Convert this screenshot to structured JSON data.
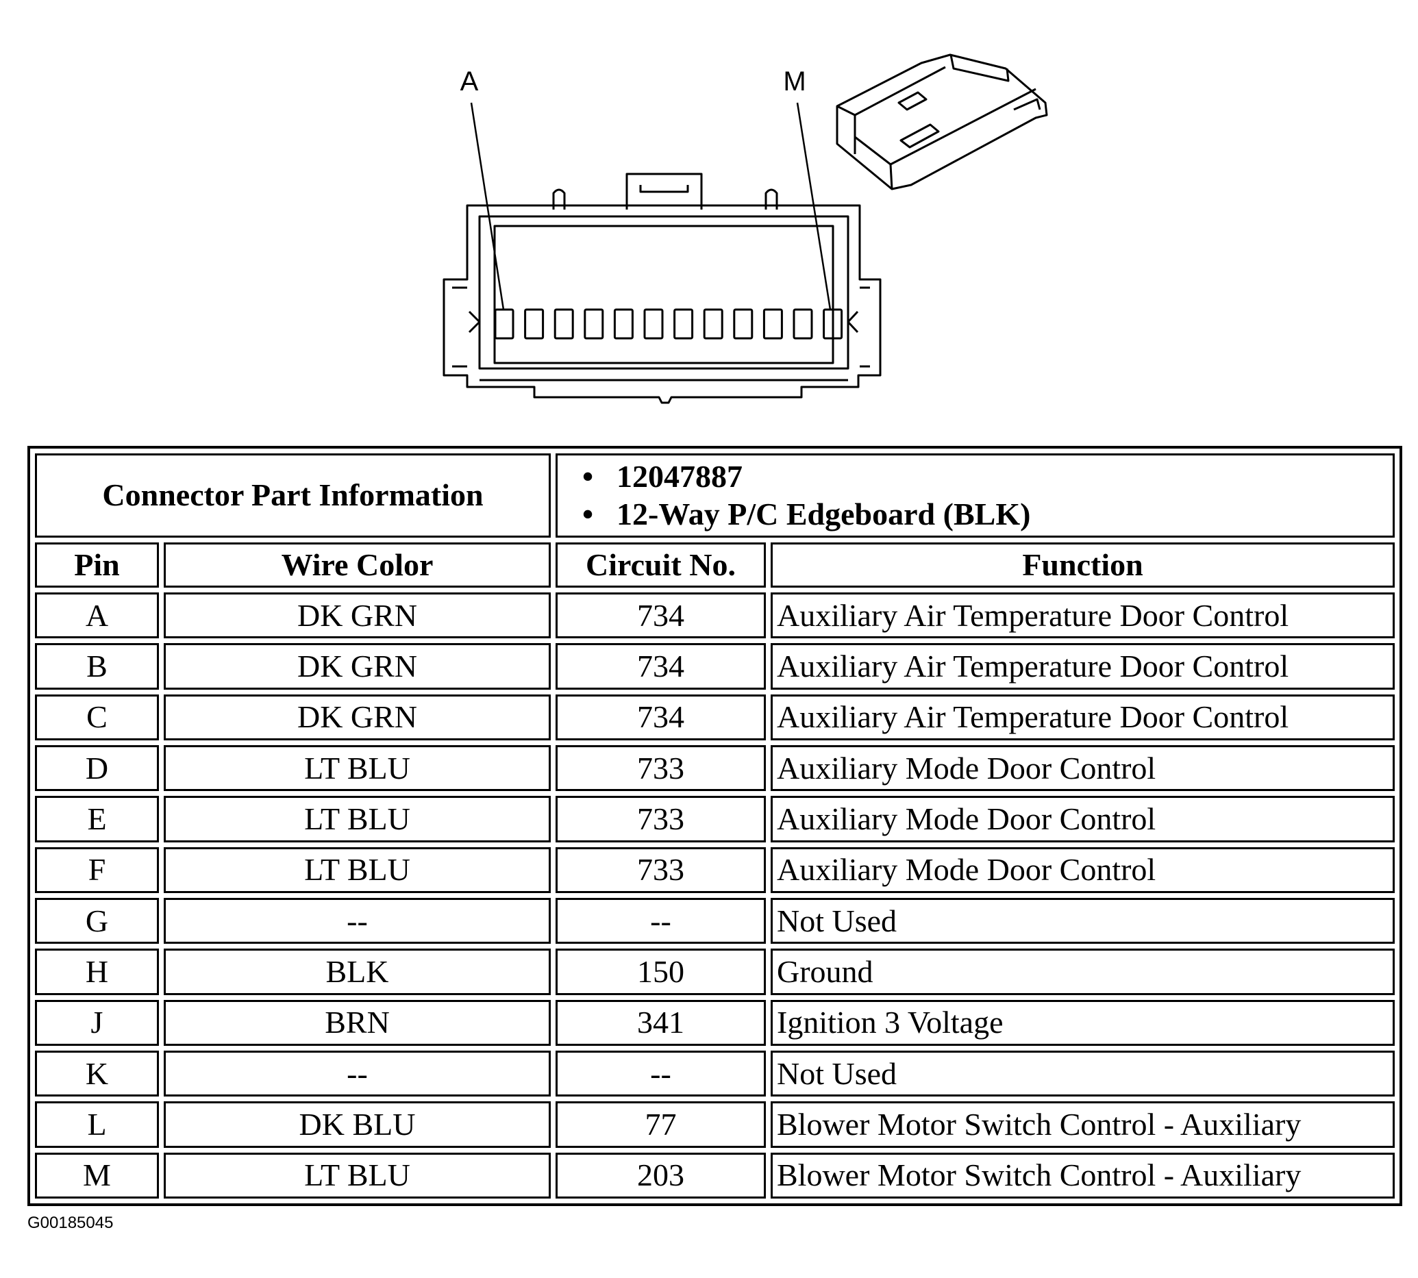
{
  "diagram": {
    "pin_labels": {
      "first": "A",
      "last": "M"
    },
    "cavity_count": 12
  },
  "connector_info": {
    "label": "Connector Part Information",
    "items": [
      "12047887",
      "12-Way P/C Edgeboard (BLK)"
    ]
  },
  "columns": [
    "Pin",
    "Wire Color",
    "Circuit No.",
    "Function"
  ],
  "rows": [
    {
      "pin": "A",
      "wire": "DK GRN",
      "circuit": "734",
      "function": "Auxiliary Air Temperature Door Control"
    },
    {
      "pin": "B",
      "wire": "DK GRN",
      "circuit": "734",
      "function": "Auxiliary Air Temperature Door Control"
    },
    {
      "pin": "C",
      "wire": "DK GRN",
      "circuit": "734",
      "function": "Auxiliary Air Temperature Door Control"
    },
    {
      "pin": "D",
      "wire": "LT BLU",
      "circuit": "733",
      "function": "Auxiliary Mode Door Control"
    },
    {
      "pin": "E",
      "wire": "LT BLU",
      "circuit": "733",
      "function": "Auxiliary Mode Door Control"
    },
    {
      "pin": "F",
      "wire": "LT BLU",
      "circuit": "733",
      "function": "Auxiliary Mode Door Control"
    },
    {
      "pin": "G",
      "wire": "--",
      "circuit": "--",
      "function": "Not Used"
    },
    {
      "pin": "H",
      "wire": "BLK",
      "circuit": "150",
      "function": "Ground"
    },
    {
      "pin": "J",
      "wire": "BRN",
      "circuit": "341",
      "function": "Ignition 3 Voltage"
    },
    {
      "pin": "K",
      "wire": "--",
      "circuit": "--",
      "function": "Not Used"
    },
    {
      "pin": "L",
      "wire": "DK BLU",
      "circuit": "77",
      "function": "Blower Motor Switch Control - Auxiliary"
    },
    {
      "pin": "M",
      "wire": "LT BLU",
      "circuit": "203",
      "function": "Blower Motor Switch Control - Auxiliary"
    }
  ],
  "doc_id": "G00185045"
}
